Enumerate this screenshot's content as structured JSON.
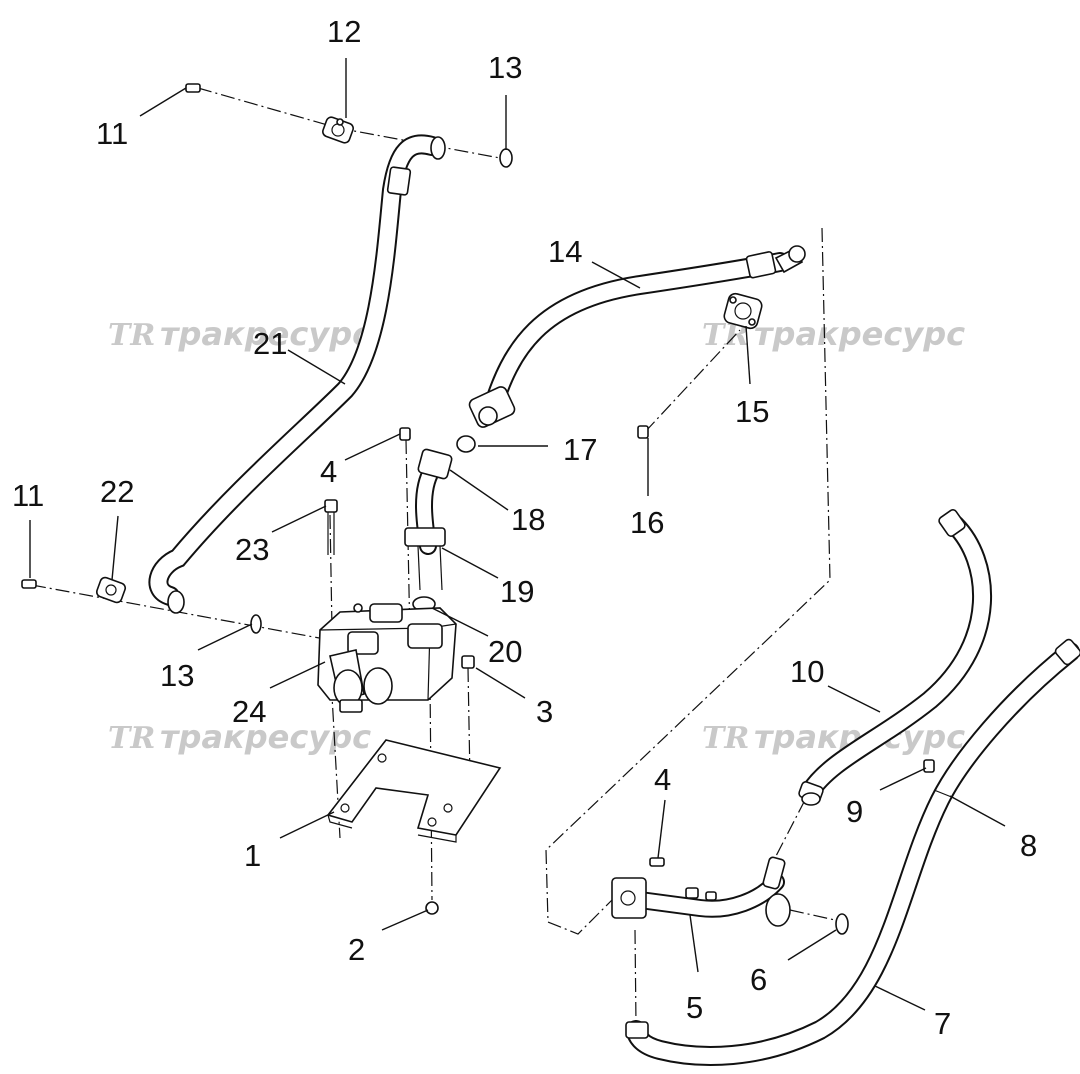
{
  "watermark": {
    "logo": "TR",
    "text": "тракресурс"
  },
  "callouts": {
    "c1": "1",
    "c2": "2",
    "c3": "3",
    "c4a": "4",
    "c4b": "4",
    "c5": "5",
    "c6": "6",
    "c7": "7",
    "c8": "8",
    "c9": "9",
    "c10": "10",
    "c11a": "11",
    "c11b": "11",
    "c12": "12",
    "c13a": "13",
    "c13b": "13",
    "c14": "14",
    "c15": "15",
    "c16": "16",
    "c17": "17",
    "c18": "18",
    "c19": "19",
    "c20": "20",
    "c21": "21",
    "c22": "22",
    "c23": "23",
    "c24": "24"
  }
}
